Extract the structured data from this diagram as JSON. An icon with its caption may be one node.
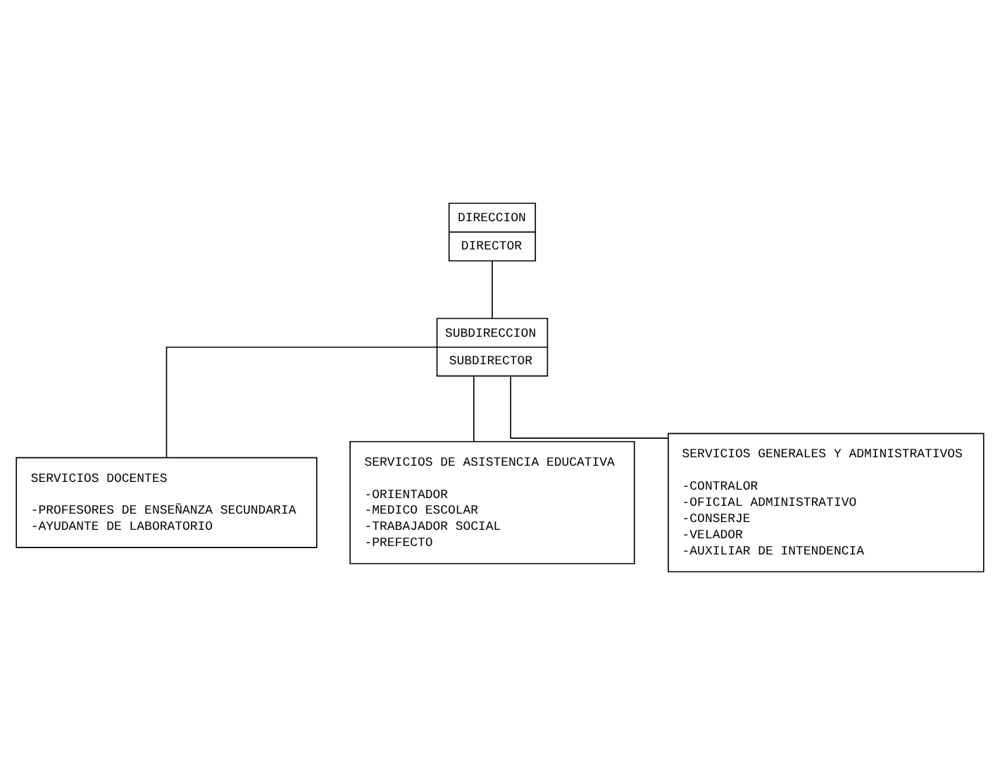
{
  "diagram": {
    "nodes": [
      {
        "text": [
          "DIRECCION",
          "DIRECTOR"
        ]
      },
      {
        "text": [
          "SUBDIRECCION",
          "SUBDIRECTOR"
        ]
      },
      {
        "text": [
          "SERVICIOS DOCENTES",
          "-PROFESORES DE ENSEÑANZA SECUNDARIA",
          "-AYUDANTE DE LABORATORIO"
        ]
      },
      {
        "text": [
          "SERVICIOS DE ASISTENCIA EDUCATIVA",
          "-ORIENTADOR",
          "-MEDICO ESCOLAR",
          "-TRABAJADOR SOCIAL",
          "-PREFECTO"
        ]
      },
      {
        "text": [
          "SERVICIOS GENERALES Y ADMINISTRATIVOS",
          "-CONTRALOR",
          "-OFICIAL ADMINISTRATIVO",
          "-CONSERJE",
          "-VELADOR",
          "-AUXILIAR DE INTENDENCIA"
        ]
      }
    ],
    "edges": [
      {
        "from": 0,
        "to": 1,
        "arrow": "none"
      },
      {
        "from": 1,
        "to": 2,
        "arrow": "none"
      },
      {
        "from": 1,
        "to": 3,
        "arrow": "none"
      },
      {
        "from": 1,
        "to": 4,
        "arrow": "none"
      }
    ]
  }
}
